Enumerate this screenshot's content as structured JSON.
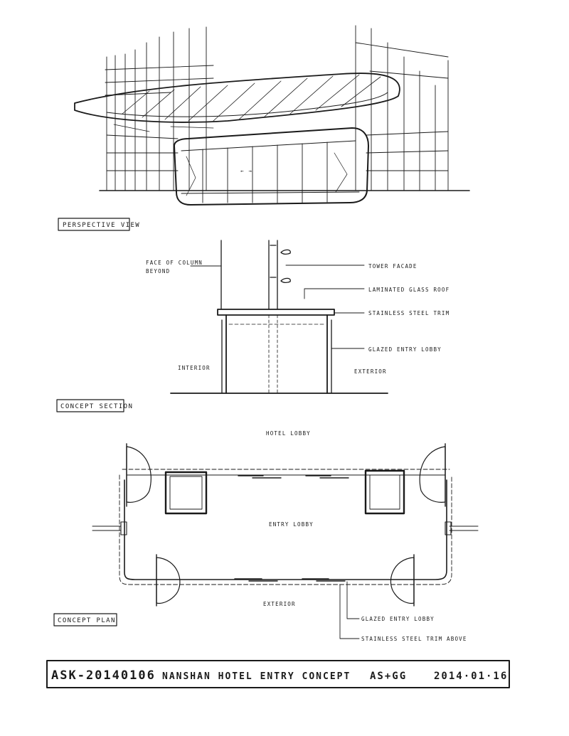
{
  "sheet": {
    "perspective_tag": "PERSPECTIVE VIEW",
    "perspective_door_arrow": "← →",
    "section_tag": "CONCEPT SECTION",
    "plan_tag": "CONCEPT PLAN"
  },
  "section_labels": {
    "face_of_column_1": "FACE OF COLUMN",
    "face_of_column_2": "BEYOND",
    "tower_facade": "TOWER FACADE",
    "laminated_glass_roof": "LAMINATED GLASS ROOF",
    "stainless_steel_trim": "STAINLESS STEEL TRIM",
    "glazed_entry_lobby": "GLAZED ENTRY LOBBY",
    "interior": "INTERIOR",
    "exterior": "EXTERIOR"
  },
  "plan_labels": {
    "hotel_lobby": "HOTEL LOBBY",
    "entry_lobby": "ENTRY LOBBY",
    "exterior": "EXTERIOR",
    "glazed_entry_lobby": "GLAZED ENTRY LOBBY",
    "stainless_steel_trim_above": "STAINLESS STEEL TRIM ABOVE"
  },
  "title_block": {
    "number": "ASK-20140106",
    "name": "NANSHAN HOTEL ENTRY CONCEPT",
    "authors": "AS+GG",
    "date": "2014·01·16"
  }
}
